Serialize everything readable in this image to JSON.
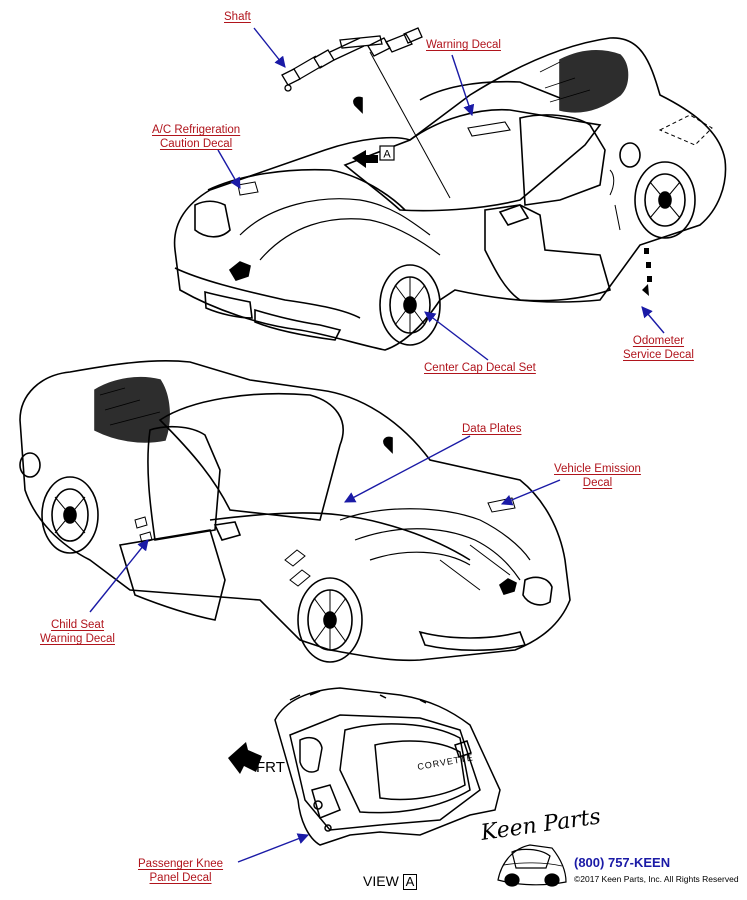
{
  "labels": {
    "shaft": "Shaft",
    "warning_decal": "Warning Decal",
    "ac_line1": "A/C Refrigeration",
    "ac_line2": "Caution Decal",
    "odometer_line1": "Odometer",
    "odometer_line2": "Service Decal",
    "center_cap": "Center Cap Decal Set",
    "data_plates": "Data Plates",
    "emission_line1": "Vehicle Emission",
    "emission_line2": "Decal",
    "child_line1": "Child Seat",
    "child_line2": "Warning Decal",
    "knee_line1": "Passenger Knee",
    "knee_line2": "Panel Decal"
  },
  "drawing_text": {
    "view_a_marker": "A",
    "frt_arrow": "FRT",
    "view_label": "VIEW",
    "view_letter": "A",
    "airbag_logo": "CORVETTE"
  },
  "brand": {
    "logo_script": "Keen Parts",
    "phone": "(800) 757-KEEN",
    "copyright": "©2017 Keen Parts, Inc. All Rights Reserved"
  },
  "colors": {
    "label_red": "#b0141c",
    "leader_blue": "#1a1aa6",
    "line_black": "#000000"
  }
}
